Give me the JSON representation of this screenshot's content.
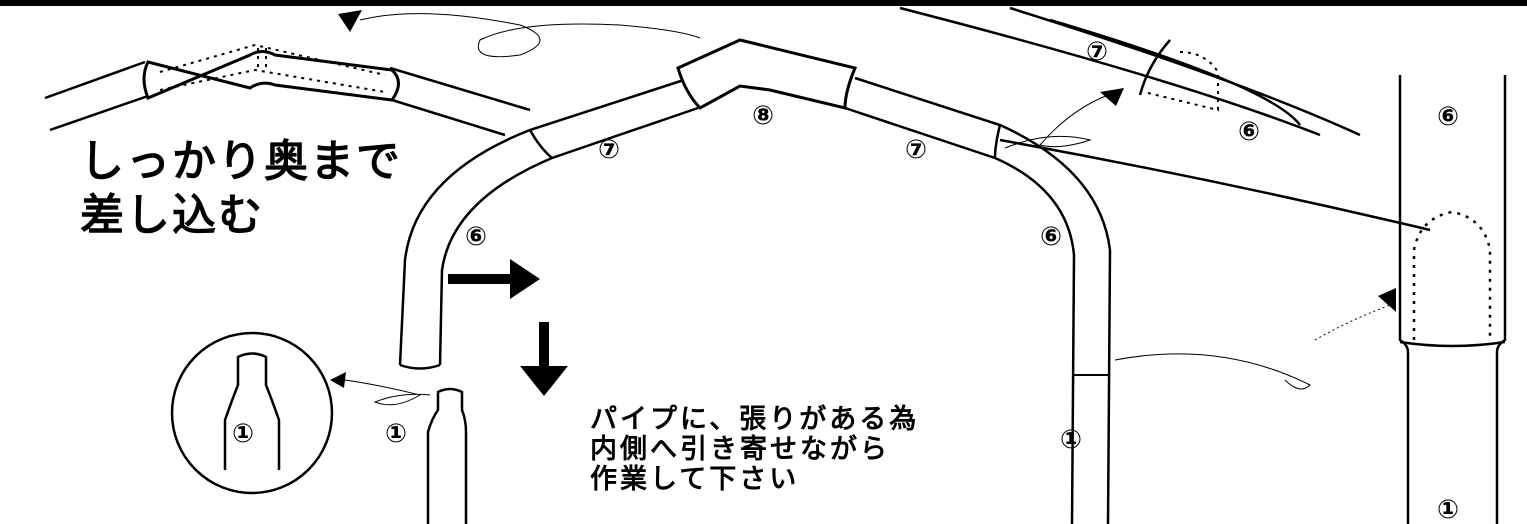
{
  "instructions": {
    "insert_fully_line1": "しっかり奥まで",
    "insert_fully_line2": "差し込む",
    "pull_inward_line1": "パイプに、張りがある為",
    "pull_inward_line2": "内側へ引き寄せながら",
    "pull_inward_line3": "作業して下さい"
  },
  "part_numbers": {
    "p1": "①",
    "p6": "⑥",
    "p7": "⑦",
    "p8": "⑧"
  },
  "colors": {
    "ink": "#000000",
    "paper": "#ffffff"
  }
}
